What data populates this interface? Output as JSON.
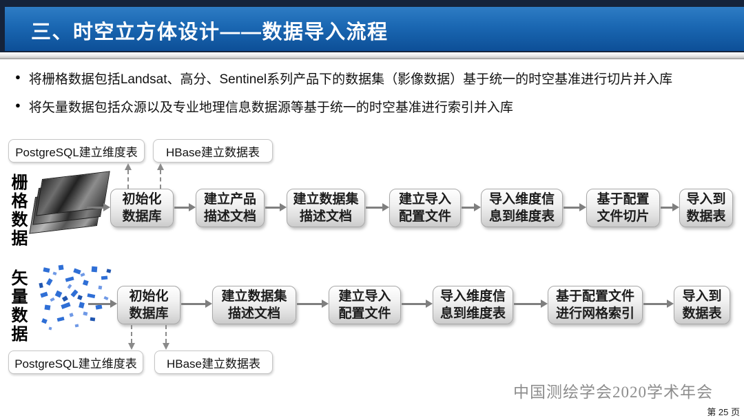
{
  "header": {
    "title": "三、时空立方体设计——数据导入流程"
  },
  "bullets": {
    "items": [
      "将栅格数据包括Landsat、高分、Sentinel系列产品下的数据集（影像数据）基于统一的时空基准进行切片并入库",
      "将矢量数据包括众源以及专业地理信息数据源等基于统一的时空基准进行索引并入库"
    ]
  },
  "raster_flow": {
    "label": "栅格数据",
    "aux": {
      "postgres": "PostgreSQL建立维度表",
      "hbase": "HBase建立数据表"
    },
    "boxes": [
      "初始化\n数据库",
      "建立产品\n描述文档",
      "建立数据集\n描述文档",
      "建立导入\n配置文件",
      "导入维度信\n息到维度表",
      "基于配置\n文件切片",
      "导入到\n数据表"
    ]
  },
  "vector_flow": {
    "label": "矢量数据",
    "aux": {
      "postgres": "PostgreSQL建立维度表",
      "hbase": "HBase建立数据表"
    },
    "boxes": [
      "初始化\n数据库",
      "建立数据集\n描述文档",
      "建立导入\n配置文件",
      "导入维度信\n息到维度表",
      "基于配置文件\n进行网格索引",
      "导入到\n数据表"
    ]
  },
  "footer": {
    "conference": "中国测绘学会2020学术年会",
    "page": "第 25 页"
  },
  "colors": {
    "header_blue_top": "#2e7cc4",
    "header_blue_bottom": "#0d4f97",
    "header_dark": "#15233a",
    "arrow_gray": "#7f7f7f",
    "vector_blue": "#2f6fd6"
  }
}
